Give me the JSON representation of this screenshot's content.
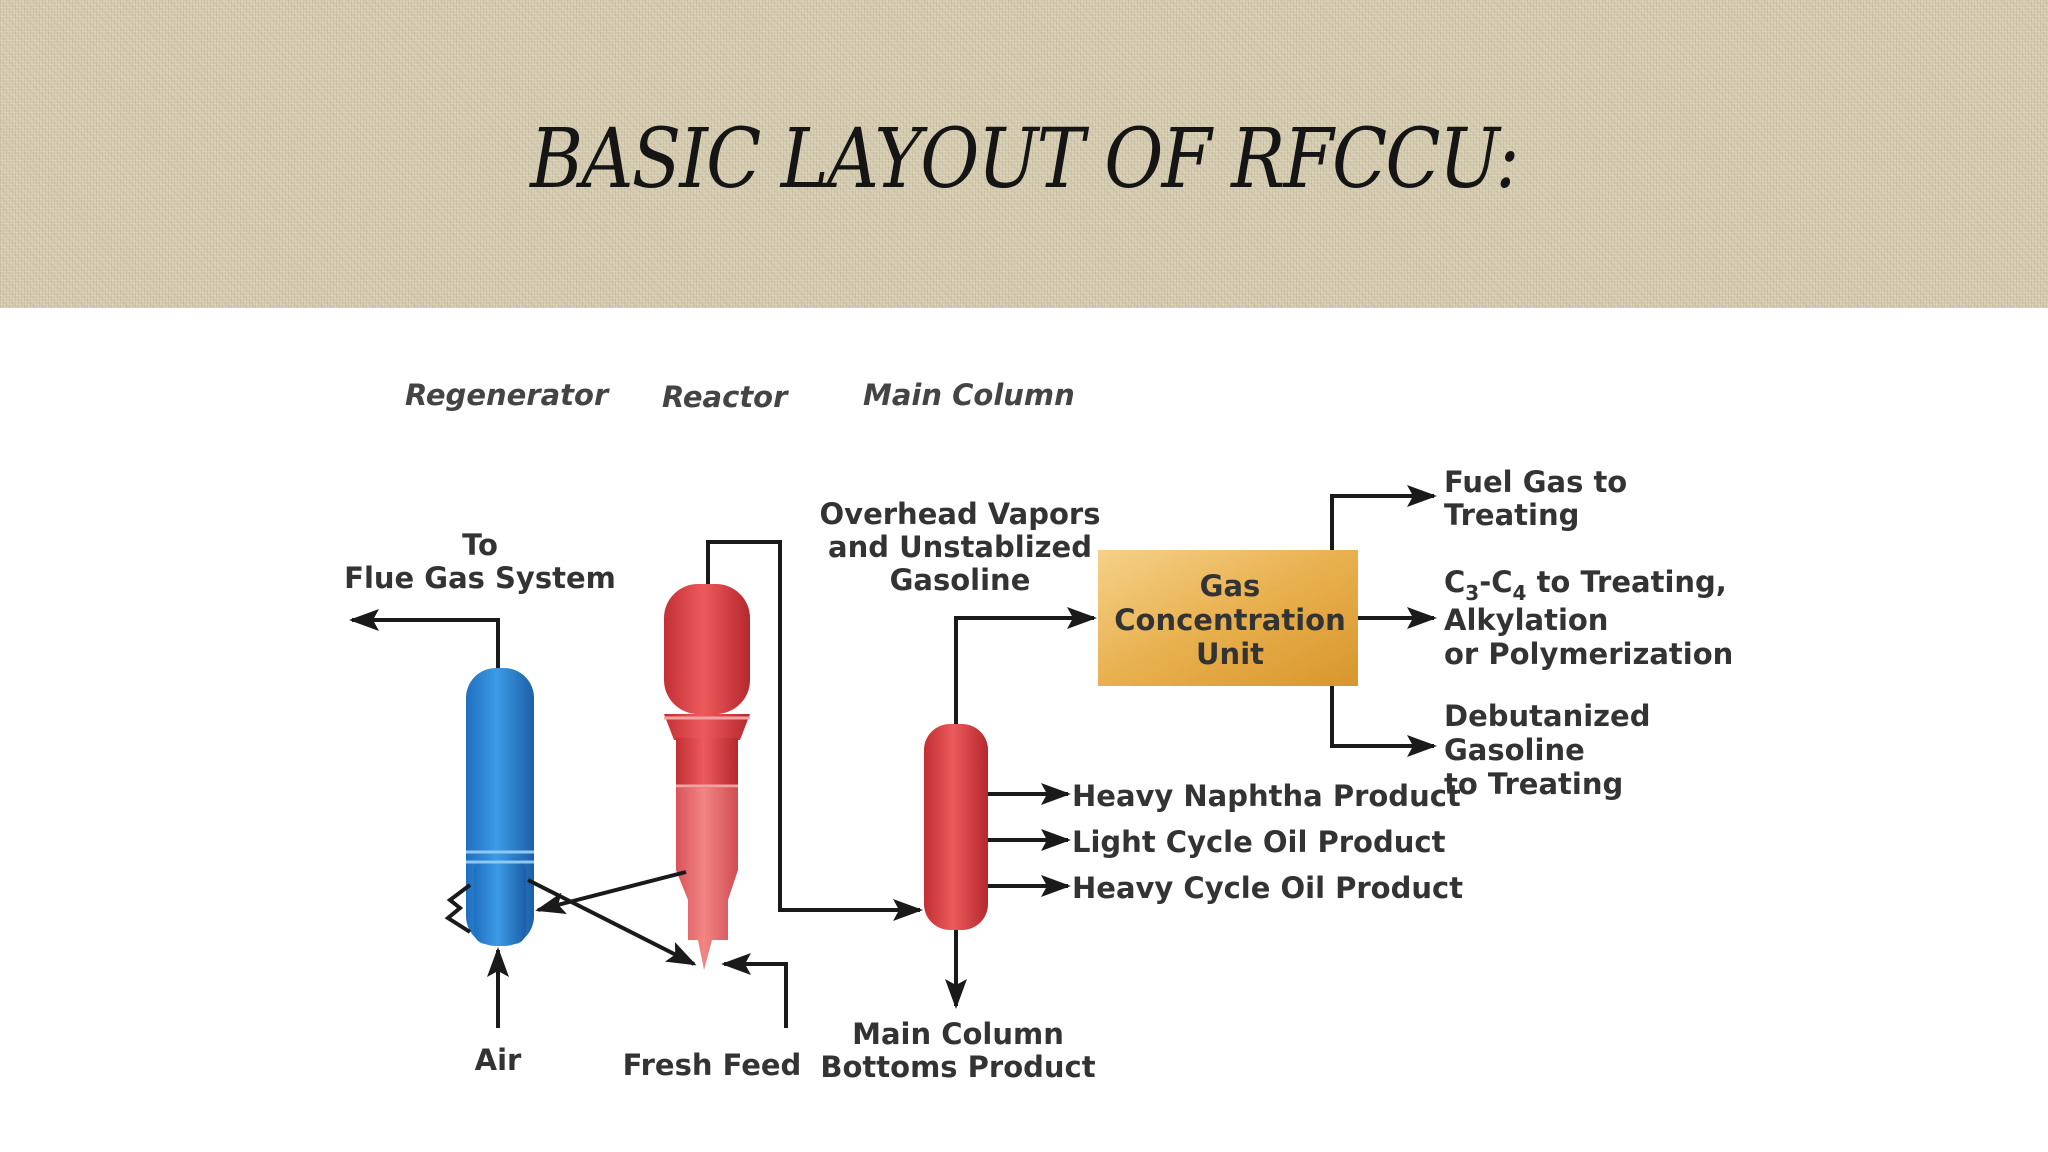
{
  "slide": {
    "title": "BASIC LAYOUT OF RFCCU:"
  },
  "diagram": {
    "section_headers": {
      "regenerator": "Regenerator",
      "reactor": "Reactor",
      "main_column": "Main Column"
    },
    "flue_gas": {
      "line1": "To",
      "line2": "Flue Gas System"
    },
    "air": "Air",
    "fresh_feed": "Fresh Feed",
    "overhead": {
      "line1": "Overhead Vapors",
      "line2": "and Unstablized",
      "line3": "Gasoline"
    },
    "gas_unit": {
      "line1": "Gas",
      "line2": "Concentration",
      "line3": "Unit"
    },
    "fuel_gas": {
      "line1": "Fuel Gas to",
      "line2": "Treating"
    },
    "c3c4": {
      "c3": "C",
      "sub3": "3",
      "dash": "-C",
      "sub4": "4",
      "rest": " to Treating,",
      "line2": "Alkylation",
      "line3": "or Polymerization"
    },
    "debutanized": {
      "line1": "Debutanized",
      "line2": "Gasoline",
      "line3": "to Treating"
    },
    "side_products": {
      "heavy_naphtha": "Heavy Naphtha Product",
      "light_cycle_oil": "Light Cycle Oil Product",
      "heavy_cycle_oil": "Heavy Cycle Oil Product"
    },
    "bottoms": {
      "line1": "Main Column",
      "line2": "Bottoms Product"
    },
    "colors": {
      "regenerator": "#2e86d4",
      "reactor": "#e0474b",
      "gas_unit": "#e8b04e",
      "line": "#1a1a1a"
    }
  }
}
